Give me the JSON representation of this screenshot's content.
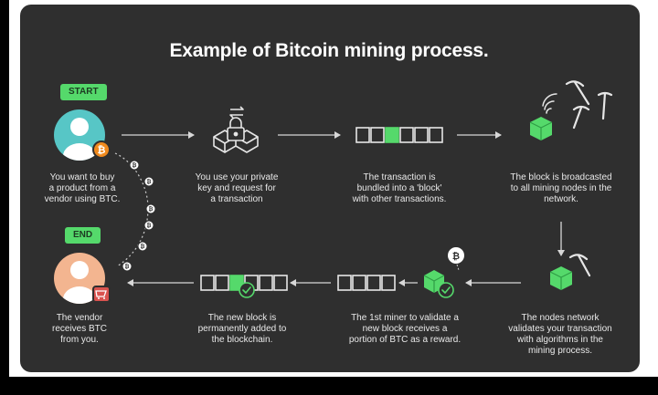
{
  "title": "Example of Bitcoin mining process.",
  "labels": {
    "start": "START",
    "end": "END"
  },
  "coin_symbol": "₿",
  "steps": [
    "You want to buy\na product from a\nvendor using BTC.",
    "You use your private\nkey and request for\na transaction",
    "The transaction is\nbundled into a 'block'\nwith other transactions.",
    "The block is broadcasted\nto all mining nodes in the\nnetwork.",
    "The nodes network\nvalidates your transaction\nwith algorithms in the\nmining process.",
    "The 1st miner to validate a\nnew block receives a\nportion of BTC as a reward.",
    "The new block is\npermanently added to\nthe blockchain.",
    "The vendor\nreceives BTC\nfrom you."
  ],
  "icons": {
    "buyer": "buyer-avatar-icon",
    "key": "lock-key-icon",
    "block": "block-icon",
    "broadcast": "broadcast-cube-icon",
    "pickaxe": "pickaxe-icon",
    "validate": "validated-cube-icon",
    "reward": "bitcoin-coin-icon",
    "vendor": "vendor-avatar-icon"
  },
  "colors": {
    "background": "#2f2f2f",
    "accent_green": "#55d96b",
    "avatar_teal": "#57c6c6",
    "avatar_peach": "#f3b590",
    "bitcoin_orange": "#f08a1d",
    "cart_red": "#d9534f"
  }
}
